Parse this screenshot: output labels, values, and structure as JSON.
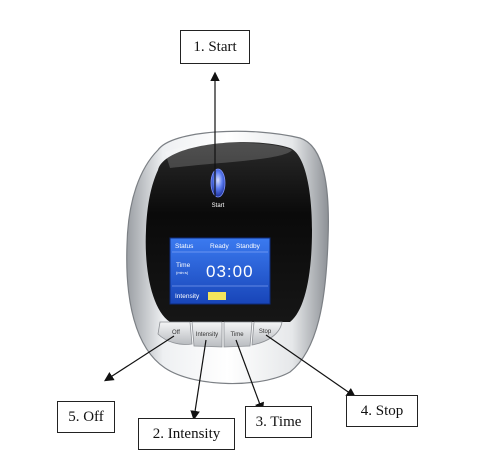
{
  "callouts": {
    "start": "1. Start",
    "stop": "4. Stop",
    "off": "5. Off",
    "intensity": "2. Intensity",
    "time": "3. Time"
  },
  "device": {
    "start_label": "Start",
    "status_label": "Status",
    "ready_label": "Ready",
    "standby_label": "Standby",
    "time_label": "Time",
    "time_sublabel": "(min:s)",
    "time_value": "03:00",
    "intensity_label": "Intensity",
    "buttons": {
      "off": "Off",
      "intensity": "Intensity",
      "time": "Time",
      "stop": "Stop"
    }
  },
  "colors": {
    "lcd": "#1f5bd3",
    "start_led": "#4a6fe0",
    "intensity_bar": "#f2e45c",
    "body_dark": "#111111",
    "shell_silver": "#d9dbde"
  }
}
